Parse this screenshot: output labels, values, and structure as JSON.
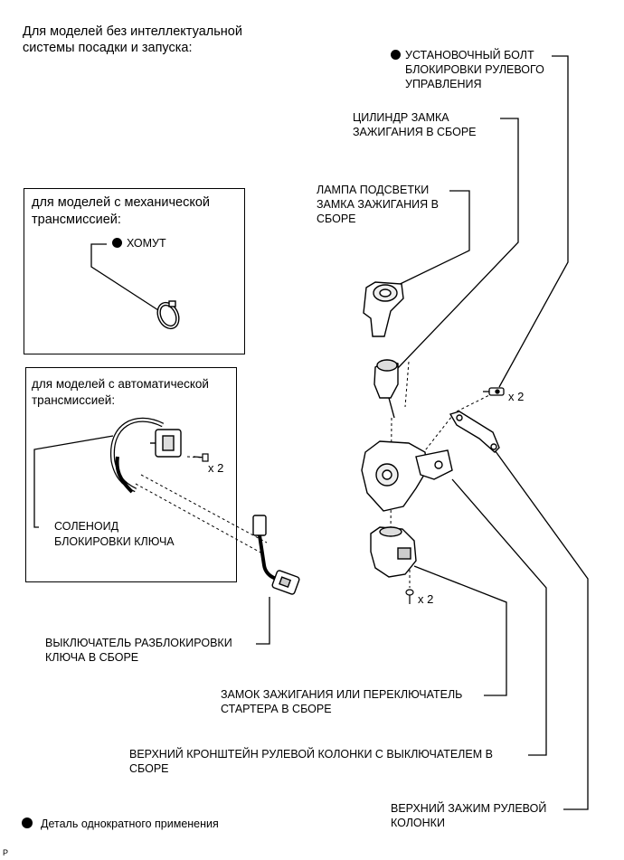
{
  "header": {
    "title_line1": "Для моделей без интеллектуальной",
    "title_line2": "системы посадки и запуска:"
  },
  "box_mt": {
    "heading_line1": "для моделей с механической",
    "heading_line2": "трансмиссией:",
    "clamp_label": "ХОМУТ"
  },
  "box_at": {
    "heading_line1": "для моделей с автоматической",
    "heading_line2": "трансмиссией:",
    "qty": "x 2",
    "solenoid_line1": "СОЛЕНОИД",
    "solenoid_line2": "БЛОКИРОВКИ КЛЮЧА"
  },
  "labels": {
    "lock_bolt_line1": "УСТАНОВОЧНЫЙ БОЛТ",
    "lock_bolt_line2": "БЛОКИРОВКИ РУЛЕВОГО",
    "lock_bolt_line3": "УПРАВЛЕНИЯ",
    "cylinder_line1": "ЦИЛИНДР ЗАМКА",
    "cylinder_line2": "ЗАЖИГАНИЯ В СБОРЕ",
    "lamp_line1": "ЛАМПА ПОДСВЕТКИ",
    "lamp_line2": "ЗАМКА ЗАЖИГАНИЯ В",
    "lamp_line3": "СБОРЕ",
    "bolt_qty": "x 2",
    "screw_qty": "x 2",
    "unlock_switch_line1": "ВЫКЛЮЧАТЕЛЬ РАЗБЛОКИРОВКИ",
    "unlock_switch_line2": "КЛЮЧА В СБОРЕ",
    "ignition_switch_line1": "ЗАМОК ЗАЖИГАНИЯ ИЛИ ПЕРЕКЛЮЧАТЕЛЬ",
    "ignition_switch_line2": "СТАРТЕРА В СБОРЕ",
    "bracket_line1": "ВЕРХНИЙ КРОНШТЕЙН РУЛЕВОЙ КОЛОНКИ С ВЫКЛЮЧАТЕЛЕМ В",
    "bracket_line2": "СБОРЕ",
    "clamp_upper_line1": "ВЕРХНИЙ ЗАЖИМ РУЛЕВОЙ",
    "clamp_upper_line2": "КОЛОНКИ"
  },
  "legend": {
    "text": "Деталь однократного применения"
  },
  "footer": {
    "code": "P"
  }
}
